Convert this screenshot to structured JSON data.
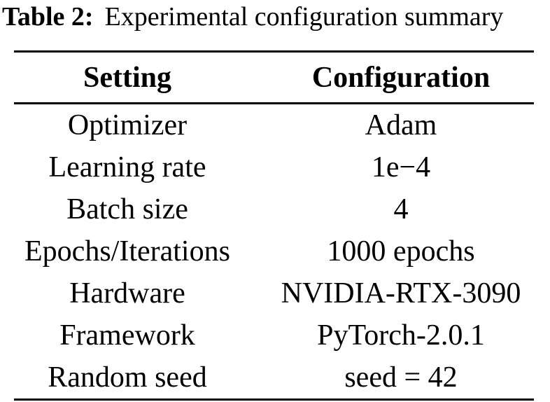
{
  "caption": {
    "label": "Table 2:",
    "text": "Experimental configuration summary"
  },
  "table": {
    "headers": [
      "Setting",
      "Configuration"
    ],
    "rows": [
      [
        "Optimizer",
        "Adam"
      ],
      [
        "Learning rate",
        "1e−4"
      ],
      [
        "Batch size",
        "4"
      ],
      [
        "Epochs/Iterations",
        "1000 epochs"
      ],
      [
        "Hardware",
        "NVIDIA-RTX-3090"
      ],
      [
        "Framework",
        "PyTorch-2.0.1"
      ],
      [
        "Random seed",
        "seed = 42"
      ]
    ]
  },
  "colors": {
    "text": "#000000",
    "background": "#ffffff",
    "rule": "#000000"
  }
}
